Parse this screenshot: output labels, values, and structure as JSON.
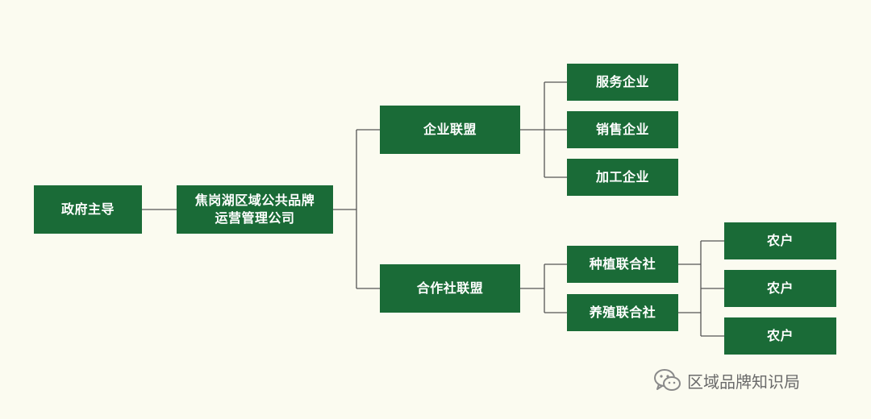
{
  "nodes": {
    "gov": "政府主导",
    "company_line1": "焦岗湖区域公共品牌",
    "company_line2": "运营管理公司",
    "enterprise_alliance": "企业联盟",
    "coop_alliance": "合作社联盟",
    "service_enterprise": "服务企业",
    "sales_enterprise": "销售企业",
    "processing_enterprise": "加工企业",
    "planting_coop": "种植联合社",
    "breeding_coop": "养殖联合社",
    "farmer_1": "农户",
    "farmer_2": "农户",
    "farmer_3": "农户"
  },
  "watermark": {
    "text": "区域品牌知识局",
    "icon": "wechat-icon"
  },
  "colors": {
    "background": "#fbfbf0",
    "node_fill": "#1a6b37",
    "node_text": "#ffffff",
    "connector": "#555555"
  }
}
